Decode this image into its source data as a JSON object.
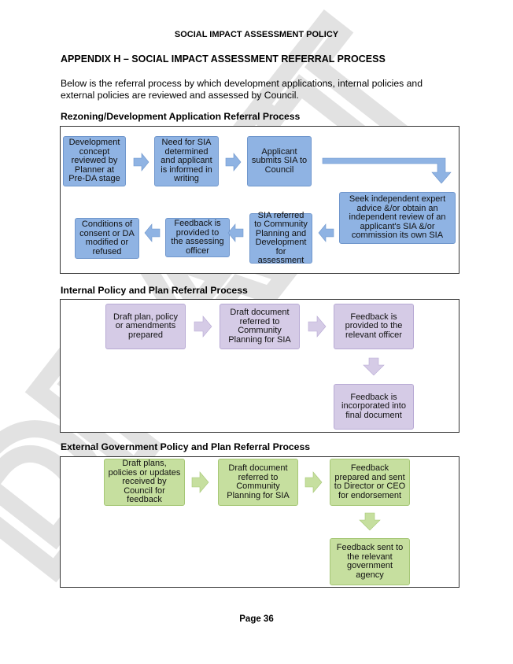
{
  "header": {
    "title": "SOCIAL IMPACT ASSESSMENT POLICY"
  },
  "appendix": {
    "title": "APPENDIX H – SOCIAL IMPACT ASSESSMENT REFERRAL PROCESS"
  },
  "intro": {
    "text": "Below is the referral process by which development applications, internal policies and external policies are reviewed and assessed by Council."
  },
  "rezoning": {
    "heading": "Rezoning/Development Application Referral Process",
    "boxes": [
      "Development concept reviewed by Planner at Pre-DA stage",
      "Need for SIA determined and applicant is informed in writing",
      "Applicant submits SIA to Council",
      "Seek independent expert advice &/or obtain an independent review of an applicant's SIA &/or commission its own SIA",
      "SIA referred to Community Planning and Development for assessment",
      "Feedback is provided to the assessing officer",
      "Conditions of consent or DA modified or refused"
    ]
  },
  "internal": {
    "heading": "Internal Policy and Plan Referral Process",
    "boxes": [
      "Draft plan, policy or amendments prepared",
      "Draft document referred to Community Planning for SIA",
      "Feedback is provided to the relevant officer",
      "Feedback is incorporated into final document"
    ]
  },
  "external": {
    "heading": "External Government Policy and Plan Referral Process",
    "boxes": [
      "Draft plans, policies or updates received by Council for feedback",
      "Draft document referred to Community Planning for SIA",
      "Feedback prepared and sent to Director or CEO for endorsement",
      "Feedback sent to the relevant government agency"
    ]
  },
  "footer": {
    "page": "Page 36"
  },
  "watermark": {
    "text": "DRAFT"
  },
  "colors": {
    "blue": "#8fb3e3",
    "purple": "#d5cbe6",
    "green": "#c6df9f"
  }
}
